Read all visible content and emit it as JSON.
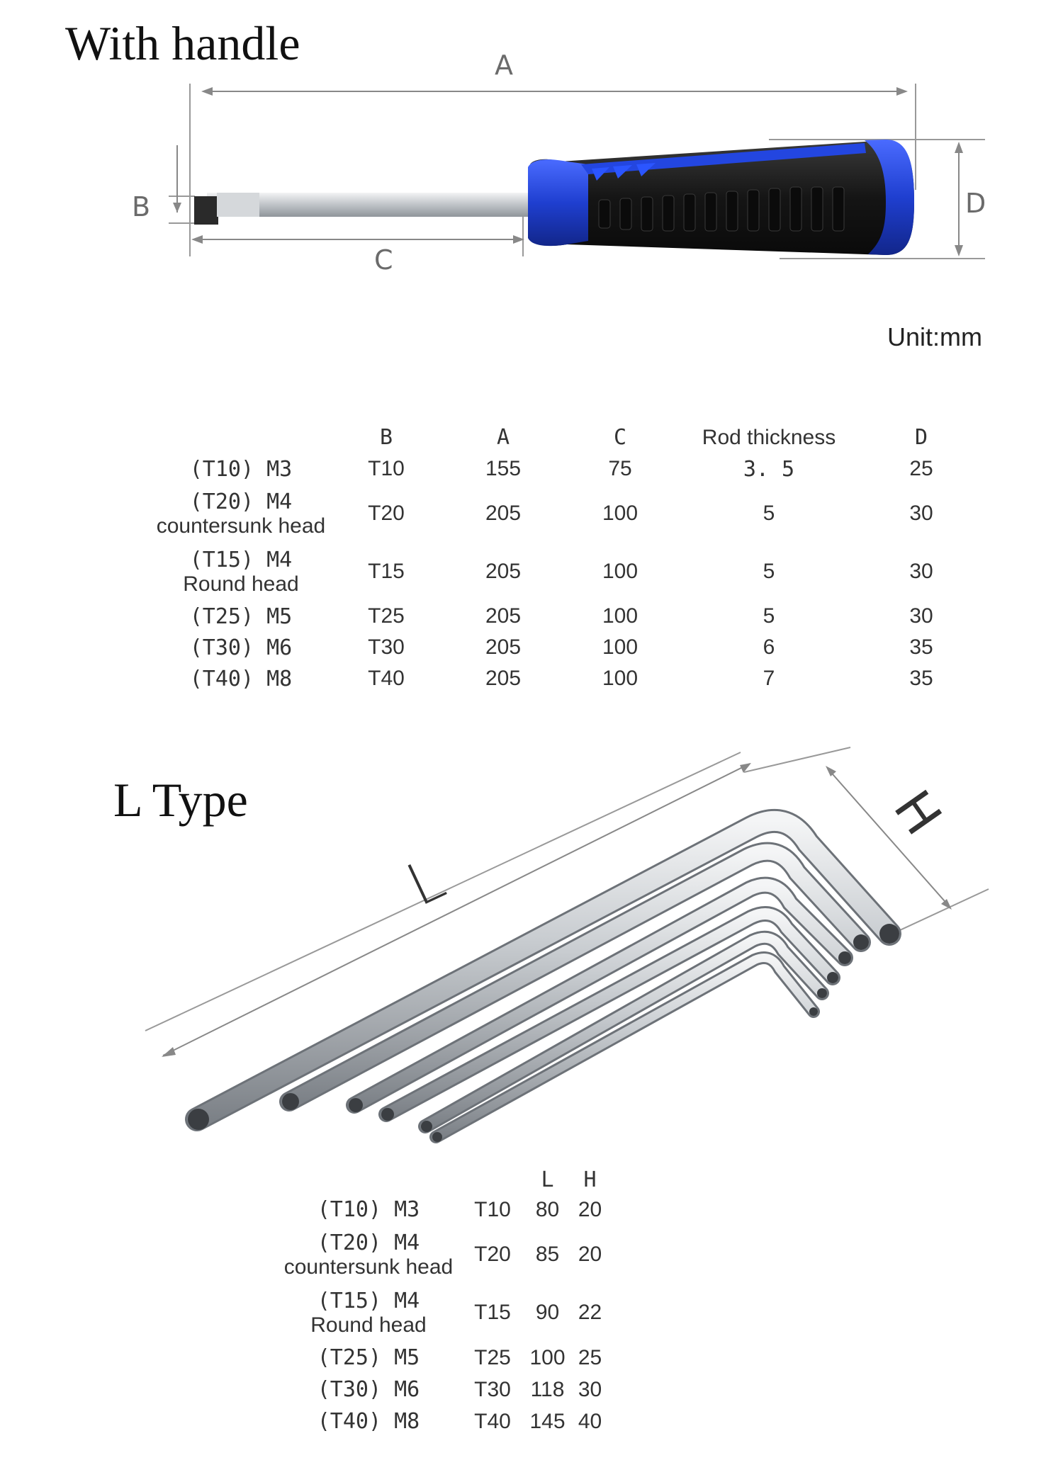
{
  "handle_section": {
    "title": "With handle",
    "dim_labels": {
      "a": "A",
      "b": "B",
      "c": "C",
      "d": "D"
    },
    "unit": "Unit:mm",
    "headers": {
      "size": "",
      "b": "B",
      "a": "A",
      "c": "C",
      "rod": "Rod thickness",
      "d": "D"
    },
    "rows": [
      {
        "size_line1": "(T10) M3",
        "size_line2": "",
        "b": "T10",
        "a": "155",
        "c": "75",
        "rod": "3. 5",
        "d": "25"
      },
      {
        "size_line1": "(T20) M4",
        "size_line2": "countersunk head",
        "b": "T20",
        "a": "205",
        "c": "100",
        "rod": "5",
        "d": "30"
      },
      {
        "size_line1": "(T15) M4",
        "size_line2": "Round head",
        "b": "T15",
        "a": "205",
        "c": "100",
        "rod": "5",
        "d": "30"
      },
      {
        "size_line1": "(T25) M5",
        "size_line2": "",
        "b": "T25",
        "a": "205",
        "c": "100",
        "rod": "5",
        "d": "30"
      },
      {
        "size_line1": "(T30) M6",
        "size_line2": "",
        "b": "T30",
        "a": "205",
        "c": "100",
        "rod": "6",
        "d": "35"
      },
      {
        "size_line1": "(T40) M8",
        "size_line2": "",
        "b": "T40",
        "a": "205",
        "c": "100",
        "rod": "7",
        "d": "35"
      }
    ]
  },
  "ltype_section": {
    "title": "L Type",
    "dim_labels": {
      "l": "L",
      "h": "H"
    },
    "headers": {
      "size": "",
      "model": "",
      "l": "L",
      "h": "H"
    },
    "rows": [
      {
        "size_line1": "(T10) M3",
        "size_line2": "",
        "model": "T10",
        "l": "80",
        "h": "20"
      },
      {
        "size_line1": "(T20) M4",
        "size_line2": "countersunk head",
        "model": "T20",
        "l": "85",
        "h": "20"
      },
      {
        "size_line1": "(T15) M4",
        "size_line2": "Round head",
        "model": "T15",
        "l": "90",
        "h": "22"
      },
      {
        "size_line1": "(T25) M5",
        "size_line2": "",
        "model": "T25",
        "l": "100",
        "h": "25"
      },
      {
        "size_line1": "(T30) M6",
        "size_line2": "",
        "model": "T30",
        "l": "118",
        "h": "30"
      },
      {
        "size_line1": "(T40) M8",
        "size_line2": "",
        "model": "T40",
        "l": "145",
        "h": "40"
      }
    ]
  },
  "colors": {
    "handle_blue": "#1f3fd0",
    "handle_black": "#1a1a1a",
    "steel": "#c9cdd1",
    "dim_line": "#8a8a8a"
  }
}
